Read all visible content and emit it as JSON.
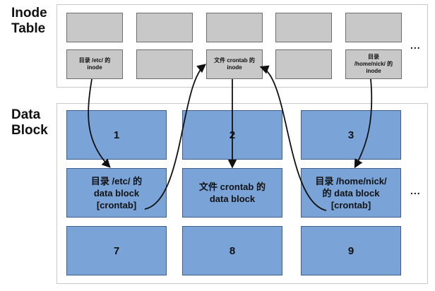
{
  "labels": {
    "inode_table": "Inode\nTable",
    "data_block": "Data\nBlock"
  },
  "inode_table": {
    "top_row": [
      "",
      "",
      "",
      "",
      ""
    ],
    "bottom_row": [
      "目录 /etc/ 的\ninode",
      "",
      "文件 crontab 的\ninode",
      "",
      "目录\n/home/nick/ 的\ninode"
    ],
    "ellipsis": "..."
  },
  "data_blocks": {
    "row1": [
      "1",
      "2",
      "3"
    ],
    "row2": [
      "目录 /etc/ 的\ndata block\n[crontab]",
      "文件 crontab 的\ndata block",
      "目录 /home/nick/\n的 data block\n[crontab]"
    ],
    "row3": [
      "7",
      "8",
      "9"
    ],
    "ellipsis": "..."
  },
  "colors": {
    "inode_fill": "#c8c8c8",
    "block_fill": "#7aa4d8",
    "arrow": "#111111"
  }
}
